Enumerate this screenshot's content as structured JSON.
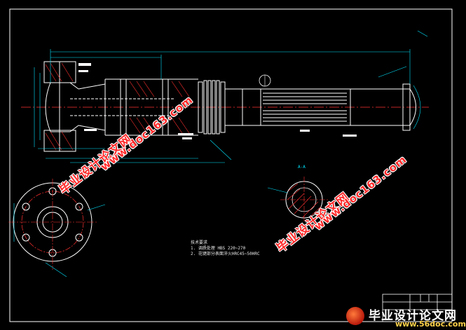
{
  "drawing": {
    "frame_color": "#ffffff",
    "outline_color": "#ffffff",
    "centerline_color": "#ff3030",
    "dimension_color": "#00e5ff",
    "hatch_color": "#ff3030",
    "section_label": "A-A"
  },
  "notes": {
    "heading": "技术要求",
    "lines": [
      "1. 调质处理 HBS 220~270",
      "2. 花键部分表面淬火HRC45~50HRC"
    ]
  },
  "watermarks": [
    {
      "text": "毕业设计论文网",
      "kind": "cn"
    },
    {
      "text": "www.doc163.com",
      "kind": "url"
    },
    {
      "text": "毕业设计论文网",
      "kind": "cn"
    },
    {
      "text": "www.doc163.com",
      "kind": "url"
    }
  ],
  "footer": {
    "title": "毕业设计论文网",
    "url": "www.56doc.com",
    "brand_color": "#ffd24a"
  }
}
